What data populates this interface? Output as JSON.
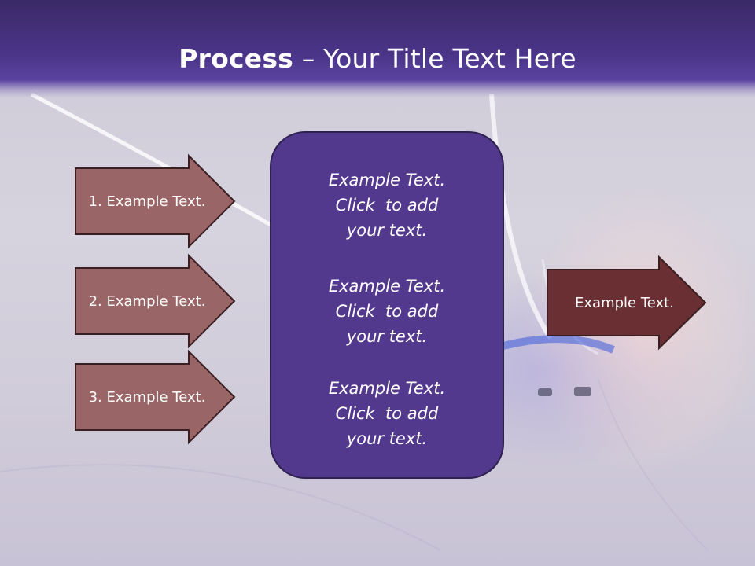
{
  "title": {
    "bold_part": "Process",
    "rest_part": " – Your Title Text Here"
  },
  "colors": {
    "header": "#4a3488",
    "input_arrow_fill": "#9a6566",
    "output_arrow_fill": "#6a2f32",
    "center_box_fill": "#52398e",
    "outline": "#3a1f22"
  },
  "inputs": [
    {
      "label": "1. Example Text."
    },
    {
      "label": "2. Example Text."
    },
    {
      "label": "3. Example Text."
    }
  ],
  "center_box": {
    "paragraphs": [
      {
        "line1": "Example Text.",
        "line2": "Click  to add",
        "line3": "your text."
      },
      {
        "line1": "Example Text.",
        "line2": "Click  to add",
        "line3": "your text."
      },
      {
        "line1": "Example Text.",
        "line2": "Click  to add",
        "line3": "your text."
      }
    ]
  },
  "output": {
    "label": "Example Text."
  }
}
